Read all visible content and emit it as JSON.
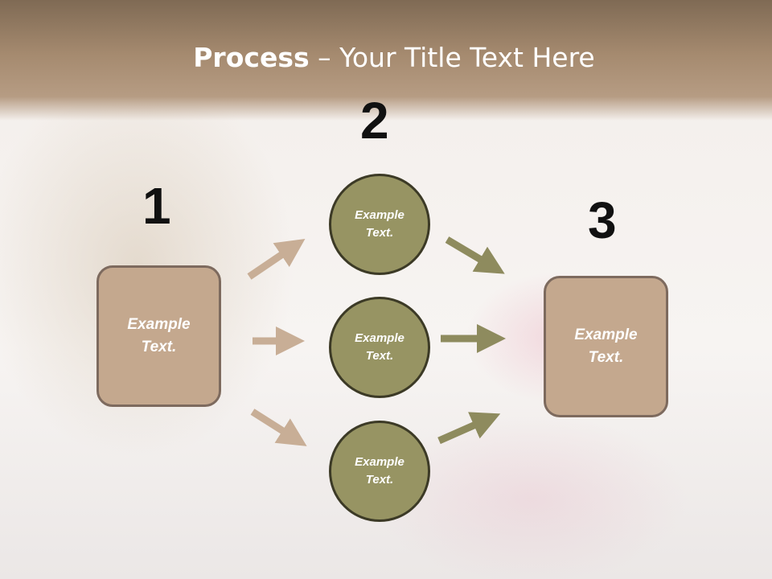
{
  "title": {
    "bold": "Process",
    "rest": " – Your Title Text Here"
  },
  "numbers": [
    "1",
    "2",
    "3"
  ],
  "left_box": {
    "text": "Example\nText."
  },
  "right_box": {
    "text": "Example\nText."
  },
  "circles": [
    {
      "text": "Example\nText."
    },
    {
      "text": "Example\nText."
    },
    {
      "text": "Example\nText."
    }
  ],
  "colors": {
    "box_fill": "#c4a88e",
    "circle_fill": "#979463",
    "arrow_tan": "#c8ae96",
    "arrow_olive": "#8e8b5e"
  }
}
